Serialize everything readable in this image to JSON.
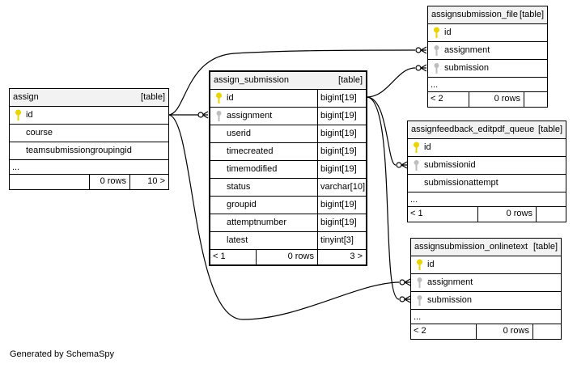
{
  "tables": {
    "assign": {
      "name": "assign",
      "type": "[table]",
      "columns": [
        "id",
        "course",
        "teamsubmissiongroupingid"
      ],
      "ellipsis": "...",
      "footer": [
        "",
        "0 rows",
        "10 >"
      ]
    },
    "assign_submission": {
      "name": "assign_submission",
      "type": "[table]",
      "columns": [
        {
          "name": "id",
          "type": "bigint[19]"
        },
        {
          "name": "assignment",
          "type": "bigint[19]"
        },
        {
          "name": "userid",
          "type": "bigint[19]"
        },
        {
          "name": "timecreated",
          "type": "bigint[19]"
        },
        {
          "name": "timemodified",
          "type": "bigint[19]"
        },
        {
          "name": "status",
          "type": "varchar[10]"
        },
        {
          "name": "groupid",
          "type": "bigint[19]"
        },
        {
          "name": "attemptnumber",
          "type": "bigint[19]"
        },
        {
          "name": "latest",
          "type": "tinyint[3]"
        }
      ],
      "footer": [
        "< 1",
        "0 rows",
        "3 >"
      ]
    },
    "assignsubmission_file": {
      "name": "assignsubmission_file",
      "type": "[table]",
      "columns": [
        "id",
        "assignment",
        "submission"
      ],
      "ellipsis": "...",
      "footer": [
        "< 2",
        "0 rows"
      ]
    },
    "assignfeedback_editpdf_queue": {
      "name": "assignfeedback_editpdf_queue",
      "type": "[table]",
      "columns": [
        "id",
        "submissionid",
        "submissionattempt"
      ],
      "ellipsis": "...",
      "footer": [
        "< 1",
        "0 rows"
      ]
    },
    "assignsubmission_onlinetext": {
      "name": "assignsubmission_onlinetext",
      "type": "[table]",
      "columns": [
        "id",
        "assignment",
        "submission"
      ],
      "ellipsis": "...",
      "footer": [
        "< 2",
        "0 rows"
      ]
    }
  },
  "generated_by": "Generated by SchemaSpy",
  "colors": {
    "primary_key": "#e8d400",
    "foreign_key": "#bdbdbd",
    "header_bg": "#f2f2f2"
  }
}
